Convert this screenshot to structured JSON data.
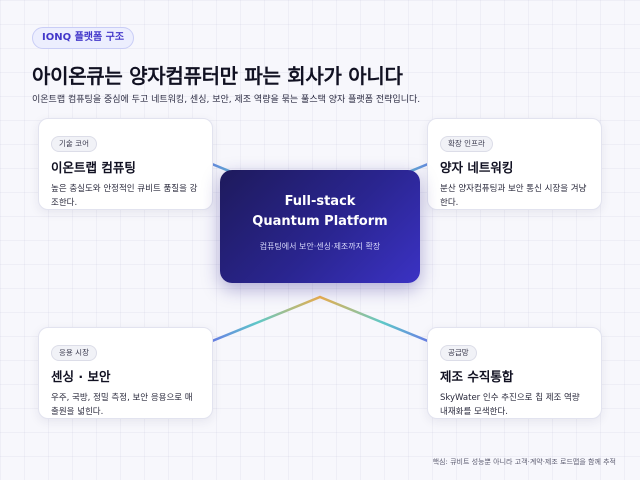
{
  "header": {
    "tag": "IONQ 플랫폼 구조",
    "title": "아이온큐는 양자컴퓨터만 파는 회사가 아니다",
    "subtitle": "이온트랩 컴퓨팅을 중심에 두고 네트워킹, 센싱, 보안, 제조 역량을 묶는 풀스택 양자 플랫폼 전략입니다."
  },
  "hub": {
    "title_line1": "Full-stack",
    "title_line2": "Quantum Platform",
    "subtitle": "컴퓨팅에서 보안·센싱·제조까지 확장"
  },
  "cards": {
    "top_left": {
      "tag": "기술 코어",
      "title": "이온트랩 컴퓨팅",
      "description": "높은 충실도와 안정적인 큐비트 품질을 강조한다."
    },
    "top_right": {
      "tag": "확장 인프라",
      "title": "양자 네트워킹",
      "description": "분산 양자컴퓨팅과 보안 통신 시장을 겨냥한다."
    },
    "bottom_left": {
      "tag": "응용 시장",
      "title": "센싱 · 보안",
      "description": "우주, 국방, 정밀 측정, 보안 응용으로 매출원을 넓힌다."
    },
    "bottom_right": {
      "tag": "공급망",
      "title": "제조 수직통합",
      "description": "SkyWater 인수 추진으로 칩 제조 역량 내재화를 모색한다."
    }
  },
  "footnote": "핵심: 큐비트 성능뿐 아니라 고객·계약·제조 로드맵을 함께 추적",
  "colors": {
    "accent": "#4338ca",
    "hub_start": "#1e1a5c",
    "hub_end": "#3b32c4",
    "connector_purple": "#6b63f0",
    "connector_teal": "#5ec8c8",
    "connector_gold": "#f0b24a"
  }
}
